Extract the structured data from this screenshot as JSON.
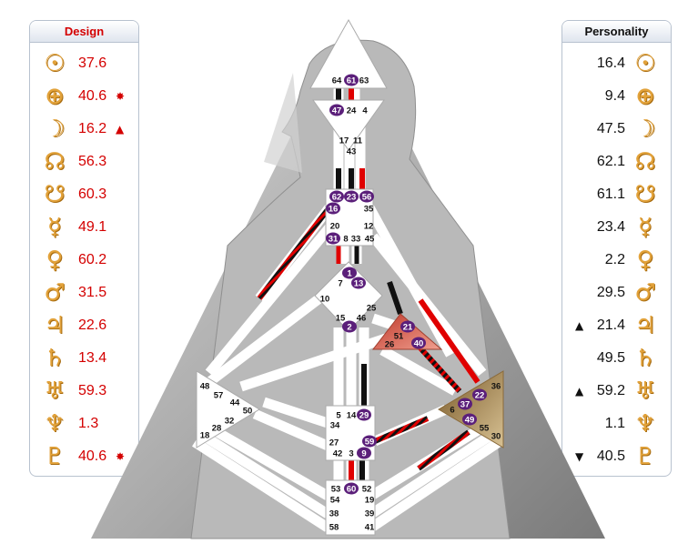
{
  "design": {
    "title": "Design",
    "value_color": "#d40000",
    "rows": [
      {
        "planet": "sun-icon",
        "glyph": "☉",
        "value": "37.6",
        "mark": ""
      },
      {
        "planet": "earth-icon",
        "glyph": "⊕",
        "value": "40.6",
        "mark": "✸"
      },
      {
        "planet": "moon-icon",
        "glyph": "☽",
        "value": "16.2",
        "mark": "▲"
      },
      {
        "planet": "north-node-icon",
        "glyph": "☊",
        "value": "56.3",
        "mark": ""
      },
      {
        "planet": "south-node-icon",
        "glyph": "☋",
        "value": "60.3",
        "mark": ""
      },
      {
        "planet": "mercury-icon",
        "glyph": "☿",
        "value": "49.1",
        "mark": ""
      },
      {
        "planet": "venus-icon",
        "glyph": "♀",
        "value": "60.2",
        "mark": ""
      },
      {
        "planet": "mars-icon",
        "glyph": "♂",
        "value": "31.5",
        "mark": ""
      },
      {
        "planet": "jupiter-icon",
        "glyph": "♃",
        "value": "22.6",
        "mark": ""
      },
      {
        "planet": "saturn-icon",
        "glyph": "♄",
        "value": "13.4",
        "mark": ""
      },
      {
        "planet": "uranus-icon",
        "glyph": "♅",
        "value": "59.3",
        "mark": ""
      },
      {
        "planet": "neptune-icon",
        "glyph": "♆",
        "value": "1.3",
        "mark": ""
      },
      {
        "planet": "pluto-icon",
        "glyph": "♇",
        "value": "40.6",
        "mark": "✸"
      }
    ]
  },
  "personality": {
    "title": "Personality",
    "value_color": "#111111",
    "rows": [
      {
        "planet": "sun-icon",
        "glyph": "☉",
        "value": "16.4",
        "mark": ""
      },
      {
        "planet": "earth-icon",
        "glyph": "⊕",
        "value": "9.4",
        "mark": ""
      },
      {
        "planet": "moon-icon",
        "glyph": "☽",
        "value": "47.5",
        "mark": ""
      },
      {
        "planet": "north-node-icon",
        "glyph": "☊",
        "value": "62.1",
        "mark": ""
      },
      {
        "planet": "south-node-icon",
        "glyph": "☋",
        "value": "61.1",
        "mark": ""
      },
      {
        "planet": "mercury-icon",
        "glyph": "☿",
        "value": "23.4",
        "mark": ""
      },
      {
        "planet": "venus-icon",
        "glyph": "♀",
        "value": "2.2",
        "mark": ""
      },
      {
        "planet": "mars-icon",
        "glyph": "♂",
        "value": "29.5",
        "mark": ""
      },
      {
        "planet": "jupiter-icon",
        "glyph": "♃",
        "value": "21.4",
        "mark": "▲"
      },
      {
        "planet": "saturn-icon",
        "glyph": "♄",
        "value": "49.5",
        "mark": ""
      },
      {
        "planet": "uranus-icon",
        "glyph": "♅",
        "value": "59.2",
        "mark": "▲"
      },
      {
        "planet": "neptune-icon",
        "glyph": "♆",
        "value": "1.1",
        "mark": ""
      },
      {
        "planet": "pluto-icon",
        "glyph": "♇",
        "value": "40.5",
        "mark": "▼"
      }
    ]
  },
  "bodygraph": {
    "colors": {
      "defined_gate": "#5b1f7a",
      "design": "#e00000",
      "personality": "#111111",
      "g_center": "#ffffff",
      "emotional": "#c8a878",
      "spleen": "#ffffff",
      "ego": "#e06a50",
      "background": "#9a9a9a"
    },
    "gates": {
      "head": {
        "plain": [
          "64",
          "63"
        ],
        "defined": [
          "61"
        ]
      },
      "ajna": {
        "plain": [
          "24",
          "4",
          "17",
          "11",
          "43"
        ],
        "defined": [
          "47"
        ]
      },
      "throat": {
        "plain": [
          "35",
          "20",
          "12",
          "8",
          "33",
          "45"
        ],
        "defined": [
          "62",
          "23",
          "56",
          "16",
          "31"
        ]
      },
      "g": {
        "plain": [
          "7",
          "10",
          "25",
          "15",
          "46"
        ],
        "defined": [
          "1",
          "13",
          "2"
        ]
      },
      "ego": {
        "plain": [
          "51",
          "26"
        ],
        "defined": [
          "21",
          "40"
        ]
      },
      "spleen": {
        "plain": [
          "48",
          "57",
          "44",
          "50",
          "32",
          "28",
          "18"
        ],
        "defined": []
      },
      "sacral": {
        "plain": [
          "5",
          "14",
          "34",
          "27",
          "42",
          "3"
        ],
        "defined": [
          "29",
          "59",
          "9"
        ]
      },
      "solar_plexus": {
        "plain": [
          "36",
          "6",
          "55",
          "30"
        ],
        "defined": [
          "22",
          "37",
          "49"
        ]
      },
      "root": {
        "plain": [
          "53",
          "52",
          "54",
          "19",
          "38",
          "39",
          "58",
          "41"
        ],
        "defined": [
          "60"
        ]
      }
    }
  }
}
